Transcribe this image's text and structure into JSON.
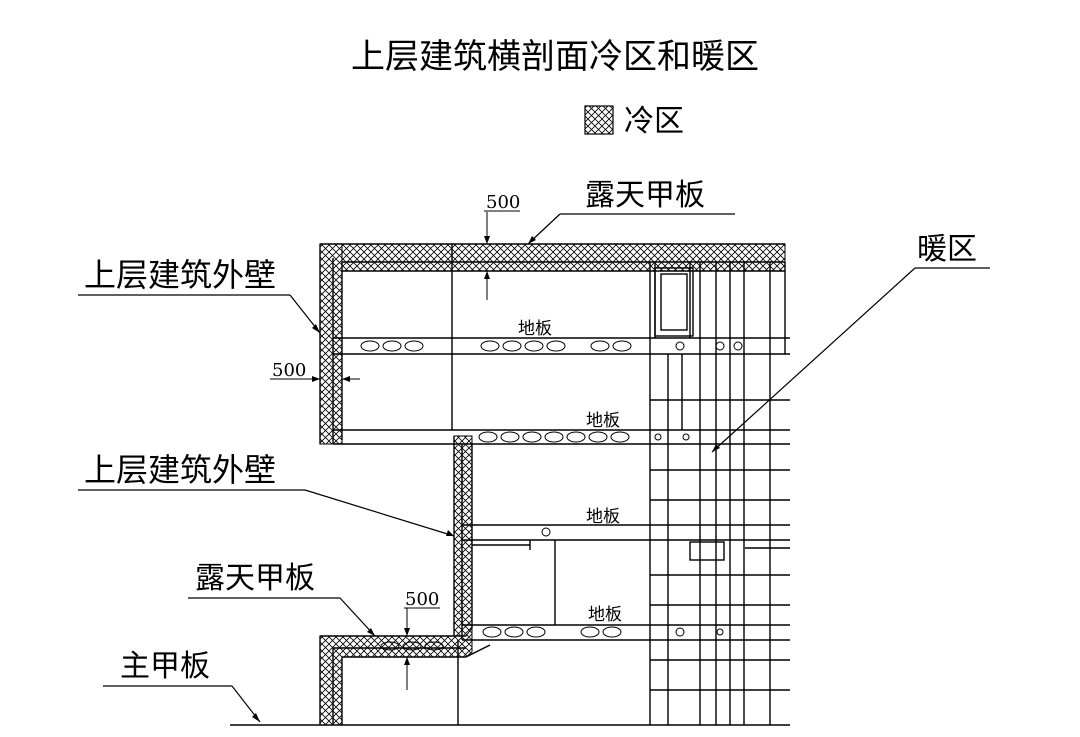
{
  "title": "上层建筑横剖面冷区和暖区",
  "legend": {
    "label": "冷区"
  },
  "labels": {
    "open_deck_top": "露天甲板",
    "open_deck_bottom": "露天甲板",
    "outer_wall_upper": "上层建筑外壁",
    "outer_wall_lower": "上层建筑外壁",
    "warm_zone": "暖区",
    "main_deck": "主甲板",
    "floor_1": "地板",
    "floor_2": "地板",
    "floor_3": "地板",
    "floor_4": "地板",
    "dim_top": "500",
    "dim_side": "500",
    "dim_bottom": "500"
  }
}
